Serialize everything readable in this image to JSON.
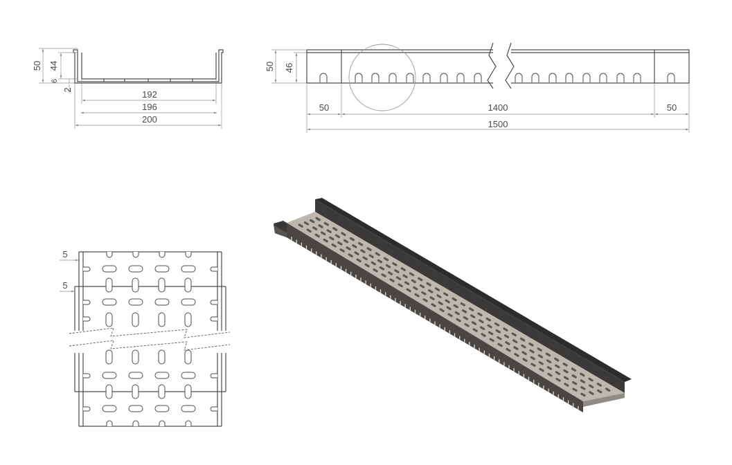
{
  "cross_section": {
    "height_outer": "50",
    "height_inner": "44",
    "lip": "6",
    "thickness": "2",
    "width_inner": "192",
    "width_mid": "196",
    "width_outer": "200"
  },
  "side_view": {
    "height_outer": "50",
    "height_inner": "46",
    "end_left": "50",
    "middle": "1400",
    "end_right": "50",
    "total": "1500"
  },
  "plan_view": {
    "offset_top": "5",
    "offset_second": "5"
  },
  "colors": {
    "line": "#4a4a4a",
    "dimension": "#8f8f8f",
    "tray_wall": "#3c3a38",
    "tray_floor": "#bdb7ad"
  }
}
